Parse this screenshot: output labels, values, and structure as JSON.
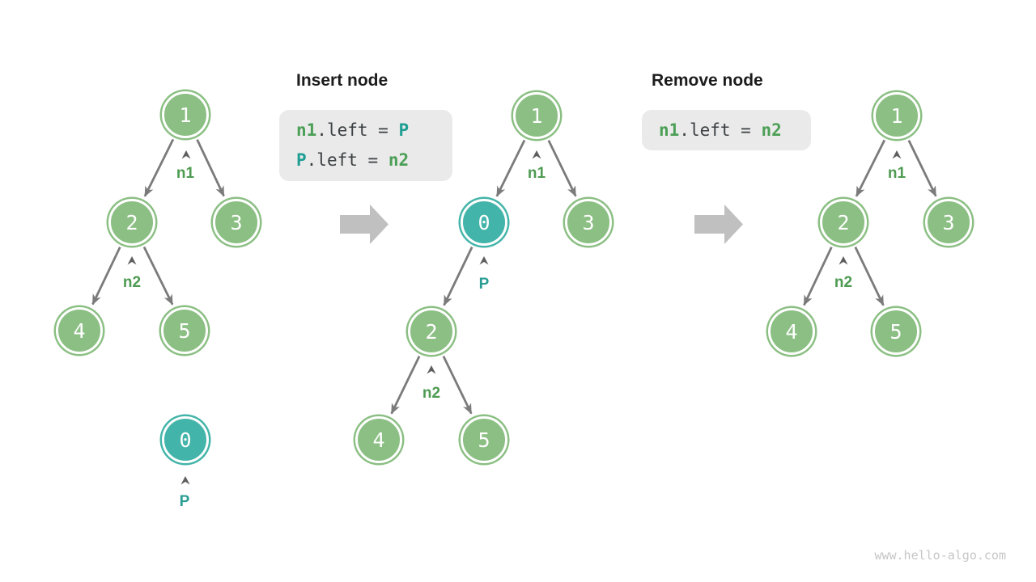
{
  "panels": {
    "insert": {
      "title": "Insert node",
      "code": [
        [
          {
            "text": "n1",
            "color": "green"
          },
          {
            "text": ".left = ",
            "color": "plain"
          },
          {
            "text": "P",
            "color": "teal"
          }
        ],
        [
          {
            "text": "P",
            "color": "teal"
          },
          {
            "text": ".left = ",
            "color": "plain"
          },
          {
            "text": "n2",
            "color": "green"
          }
        ]
      ]
    },
    "remove": {
      "title": "Remove node",
      "code": [
        [
          {
            "text": "n1",
            "color": "green"
          },
          {
            "text": ".left = ",
            "color": "plain"
          },
          {
            "text": "n2",
            "color": "green"
          }
        ]
      ]
    }
  },
  "trees": {
    "left": {
      "nodes": [
        {
          "value": "1"
        },
        {
          "value": "2"
        },
        {
          "value": "3"
        },
        {
          "value": "4"
        },
        {
          "value": "5"
        }
      ],
      "pointers": [
        {
          "label": "n1"
        },
        {
          "label": "n2"
        }
      ],
      "detached": {
        "value": "0",
        "pointer": "P"
      }
    },
    "middle": {
      "nodes": [
        {
          "value": "1"
        },
        {
          "value": "0"
        },
        {
          "value": "3"
        },
        {
          "value": "2"
        },
        {
          "value": "4"
        },
        {
          "value": "5"
        }
      ],
      "pointers": [
        {
          "label": "n1"
        },
        {
          "label": "P"
        },
        {
          "label": "n2"
        }
      ]
    },
    "right": {
      "nodes": [
        {
          "value": "1"
        },
        {
          "value": "2"
        },
        {
          "value": "3"
        },
        {
          "value": "4"
        },
        {
          "value": "5"
        }
      ],
      "pointers": [
        {
          "label": "n1"
        },
        {
          "label": "n2"
        }
      ]
    }
  },
  "watermark": "www.hello-algo.com",
  "colors": {
    "node_green": "#8BBF83",
    "node_teal": "#43B4A9",
    "pointer_green": "#4E9B52",
    "pointer_teal": "#2A9D93",
    "code_green": "#4C9F56",
    "code_teal": "#1F9E94",
    "code_plain": "#3C4043",
    "code_background": "#E9EAE9",
    "edge_gray": "#7B7B7B",
    "caret_gray": "#5E5E5E",
    "block_arrow_gray": "#C0C0C0",
    "watermark_gray": "#C6C6C6"
  }
}
